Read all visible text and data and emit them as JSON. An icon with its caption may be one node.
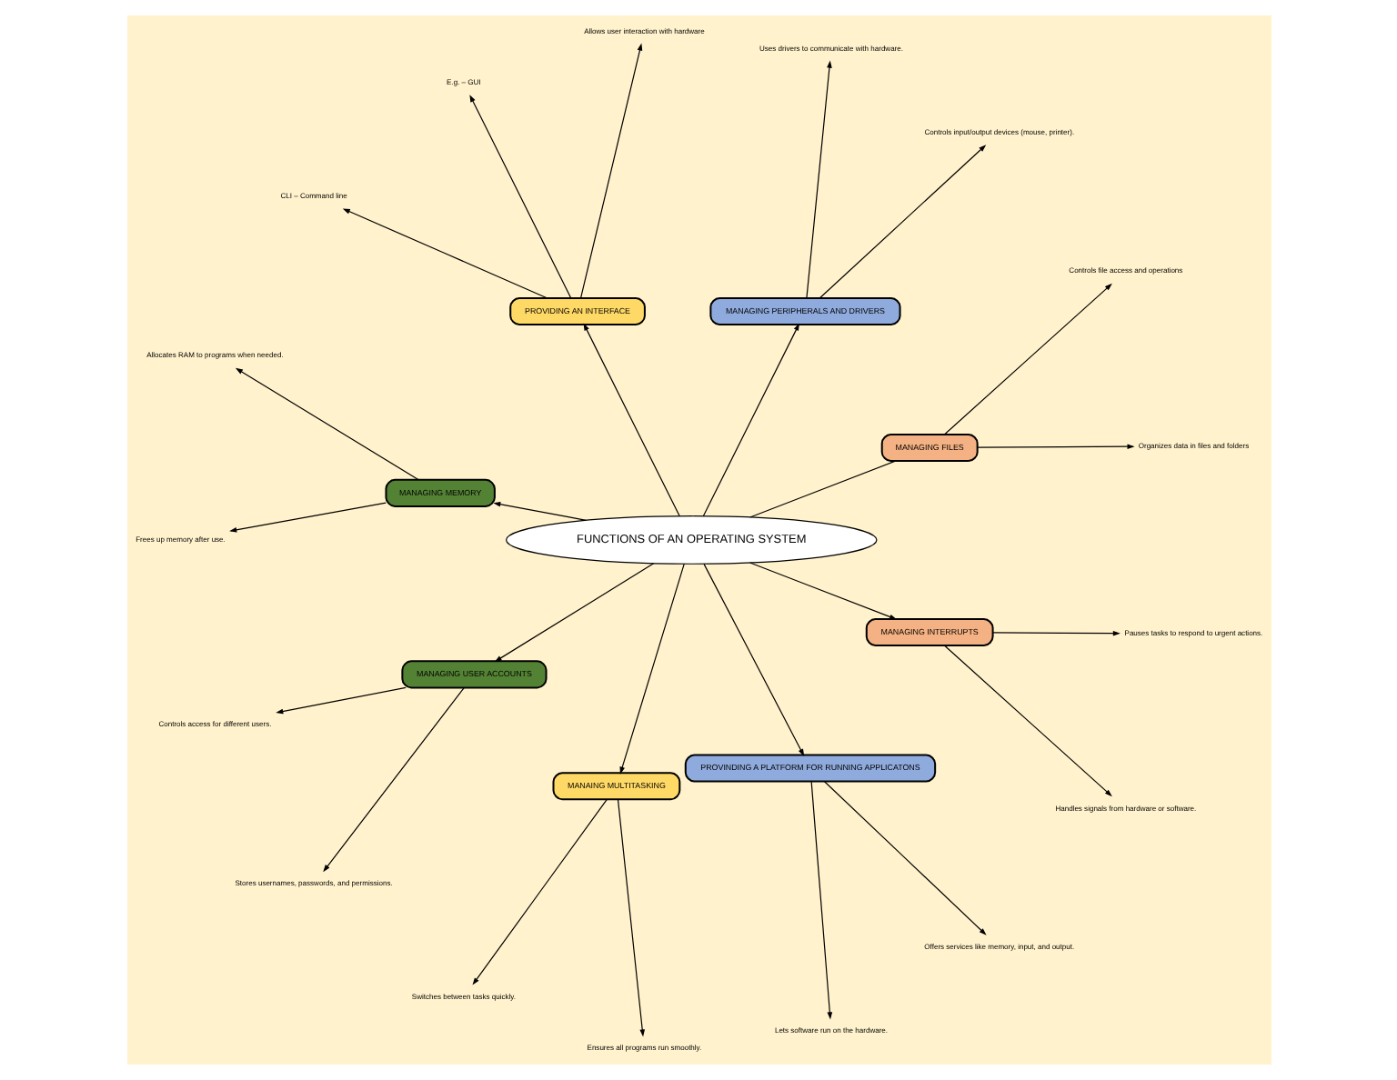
{
  "diagram": {
    "nodes": [
      {
        "text": [
          "MANAGING FILES"
        ]
      },
      {
        "text": [
          "Organizes data in files and folders"
        ]
      },
      {
        "text": [
          "Controls file access and operations"
        ]
      },
      {
        "text": [
          "MANAGING PERIPHERALS AND DRIVERS"
        ]
      },
      {
        "text": [
          "Controls input/output devices (mouse, printer)."
        ]
      },
      {
        "text": [
          "Uses drivers to communicate with hardware."
        ]
      },
      {
        "text": [
          "PROVIDING AN INTERFACE"
        ]
      },
      {
        "text": [
          "Allows user interaction with hardware"
        ]
      },
      {
        "text": [
          "E.g. – GUI"
        ]
      },
      {
        "text": [
          "CLI – Command line"
        ]
      },
      {
        "text": [
          "MANAGING MEMORY"
        ]
      },
      {
        "text": [
          "Allocates RAM to programs when needed."
        ]
      },
      {
        "text": [
          "Frees up memory after use."
        ]
      },
      {
        "text": [
          "FUNCTIONS OF AN OPERATING SYSTEM"
        ]
      },
      {
        "text": [
          "MANAGING USER ACCOUNTS"
        ]
      },
      {
        "text": [
          "Controls access for different users."
        ]
      },
      {
        "text": [
          "Stores usernames, passwords, and permissions."
        ]
      },
      {
        "text": [
          "MANAING MULTITASKING"
        ]
      },
      {
        "text": [
          "Switches between tasks quickly."
        ]
      },
      {
        "text": [
          "Ensures all programs run smoothly."
        ]
      },
      {
        "text": [
          "PROVINDING A PLATFORM FOR RUNNING APPLICATONS"
        ]
      },
      {
        "text": [
          "Lets software run on the hardware."
        ]
      },
      {
        "text": [
          "Offers services like memory, input, and output."
        ]
      },
      {
        "text": [
          "MANAGING INTERRUPTS"
        ]
      },
      {
        "text": [
          "Handles signals from hardware or software."
        ]
      },
      {
        "text": [
          "Pauses tasks to respond to urgent actions."
        ]
      }
    ],
    "edges": [
      {
        "from": 13,
        "to": 0,
        "arrow": "none"
      },
      {
        "from": 13,
        "to": 3,
        "arrow": "to"
      },
      {
        "from": 13,
        "to": 6,
        "arrow": "to"
      },
      {
        "from": 13,
        "to": 10,
        "arrow": "to"
      },
      {
        "from": 13,
        "to": 14,
        "arrow": "to"
      },
      {
        "from": 13,
        "to": 17,
        "arrow": "to"
      },
      {
        "from": 13,
        "to": 20,
        "arrow": "to"
      },
      {
        "from": 13,
        "to": 23,
        "arrow": "to"
      },
      {
        "from": 0,
        "to": 1,
        "arrow": "to"
      },
      {
        "from": 0,
        "to": 2,
        "arrow": "to"
      },
      {
        "from": 3,
        "to": 4,
        "arrow": "to"
      },
      {
        "from": 3,
        "to": 5,
        "arrow": "to"
      },
      {
        "from": 6,
        "to": 7,
        "arrow": "to"
      },
      {
        "from": 6,
        "to": 8,
        "arrow": "to"
      },
      {
        "from": 6,
        "to": 9,
        "arrow": "to"
      },
      {
        "from": 10,
        "to": 11,
        "arrow": "to"
      },
      {
        "from": 10,
        "to": 12,
        "arrow": "to"
      },
      {
        "from": 14,
        "to": 15,
        "arrow": "to"
      },
      {
        "from": 14,
        "to": 16,
        "arrow": "to"
      },
      {
        "from": 17,
        "to": 18,
        "arrow": "to"
      },
      {
        "from": 17,
        "to": 19,
        "arrow": "to"
      },
      {
        "from": 20,
        "to": 21,
        "arrow": "to"
      },
      {
        "from": 20,
        "to": 22,
        "arrow": "to"
      },
      {
        "from": 23,
        "to": 24,
        "arrow": "to"
      },
      {
        "from": 23,
        "to": 25,
        "arrow": "to"
      }
    ]
  }
}
